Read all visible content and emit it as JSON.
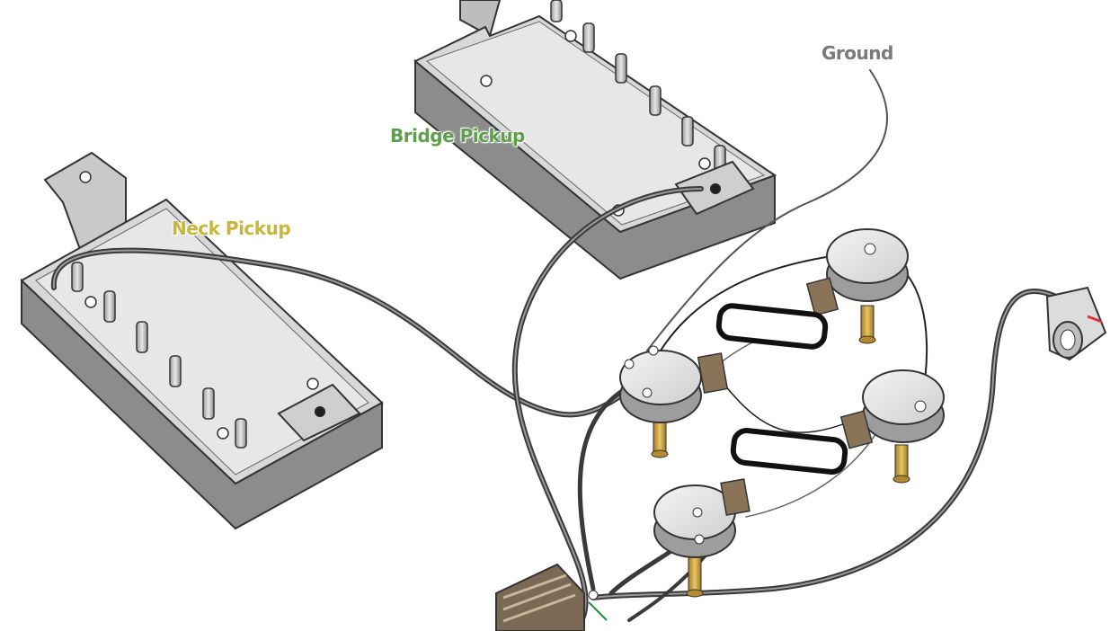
{
  "labels": {
    "ground": "Ground",
    "bridge_pickup": "Bridge Pickup",
    "neck_pickup": "Neck Pickup"
  },
  "colors": {
    "ground_label": "#7a7a7a",
    "bridge_label": "#5f9e4c",
    "neck_label": "#c8b63a",
    "pickup_top": "#d9d9d9",
    "pickup_side": "#8a8a8a",
    "cable": "#4a4a4a",
    "pot_top": "#e6e6e6",
    "brass": "#c9a44a",
    "switch_body": "#7a6a55"
  },
  "icons": [
    "neck-pickup",
    "bridge-pickup",
    "volume-pot",
    "tone-pot",
    "capacitor",
    "toggle-switch",
    "output-jack"
  ]
}
